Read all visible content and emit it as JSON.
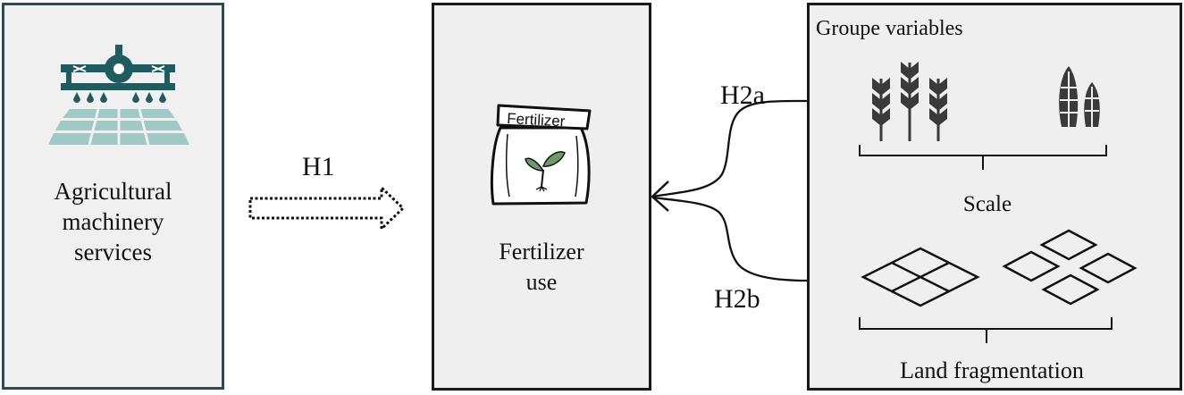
{
  "left_box": {
    "label_lines": [
      "Agricultural",
      "machinery",
      "services"
    ]
  },
  "middle_box": {
    "bag_text": "Fertilizer",
    "label_lines": [
      "Fertilizer",
      "use"
    ]
  },
  "right_box": {
    "title": "Groupe variables",
    "scale_label": "Scale",
    "land_label": "Land fragmentation"
  },
  "hypotheses": {
    "h1": "H1",
    "h2a": "H2a",
    "h2b": "H2b"
  },
  "colors": {
    "accent": "#1f5c60",
    "light_accent": "#9ec9c4",
    "leaf": "#6e9a6b"
  },
  "icons": {
    "left": "crop-duster-plane-icon",
    "middle": "fertilizer-bag-icon",
    "scale": "wheat-icon",
    "land": "land-plot-icon"
  }
}
